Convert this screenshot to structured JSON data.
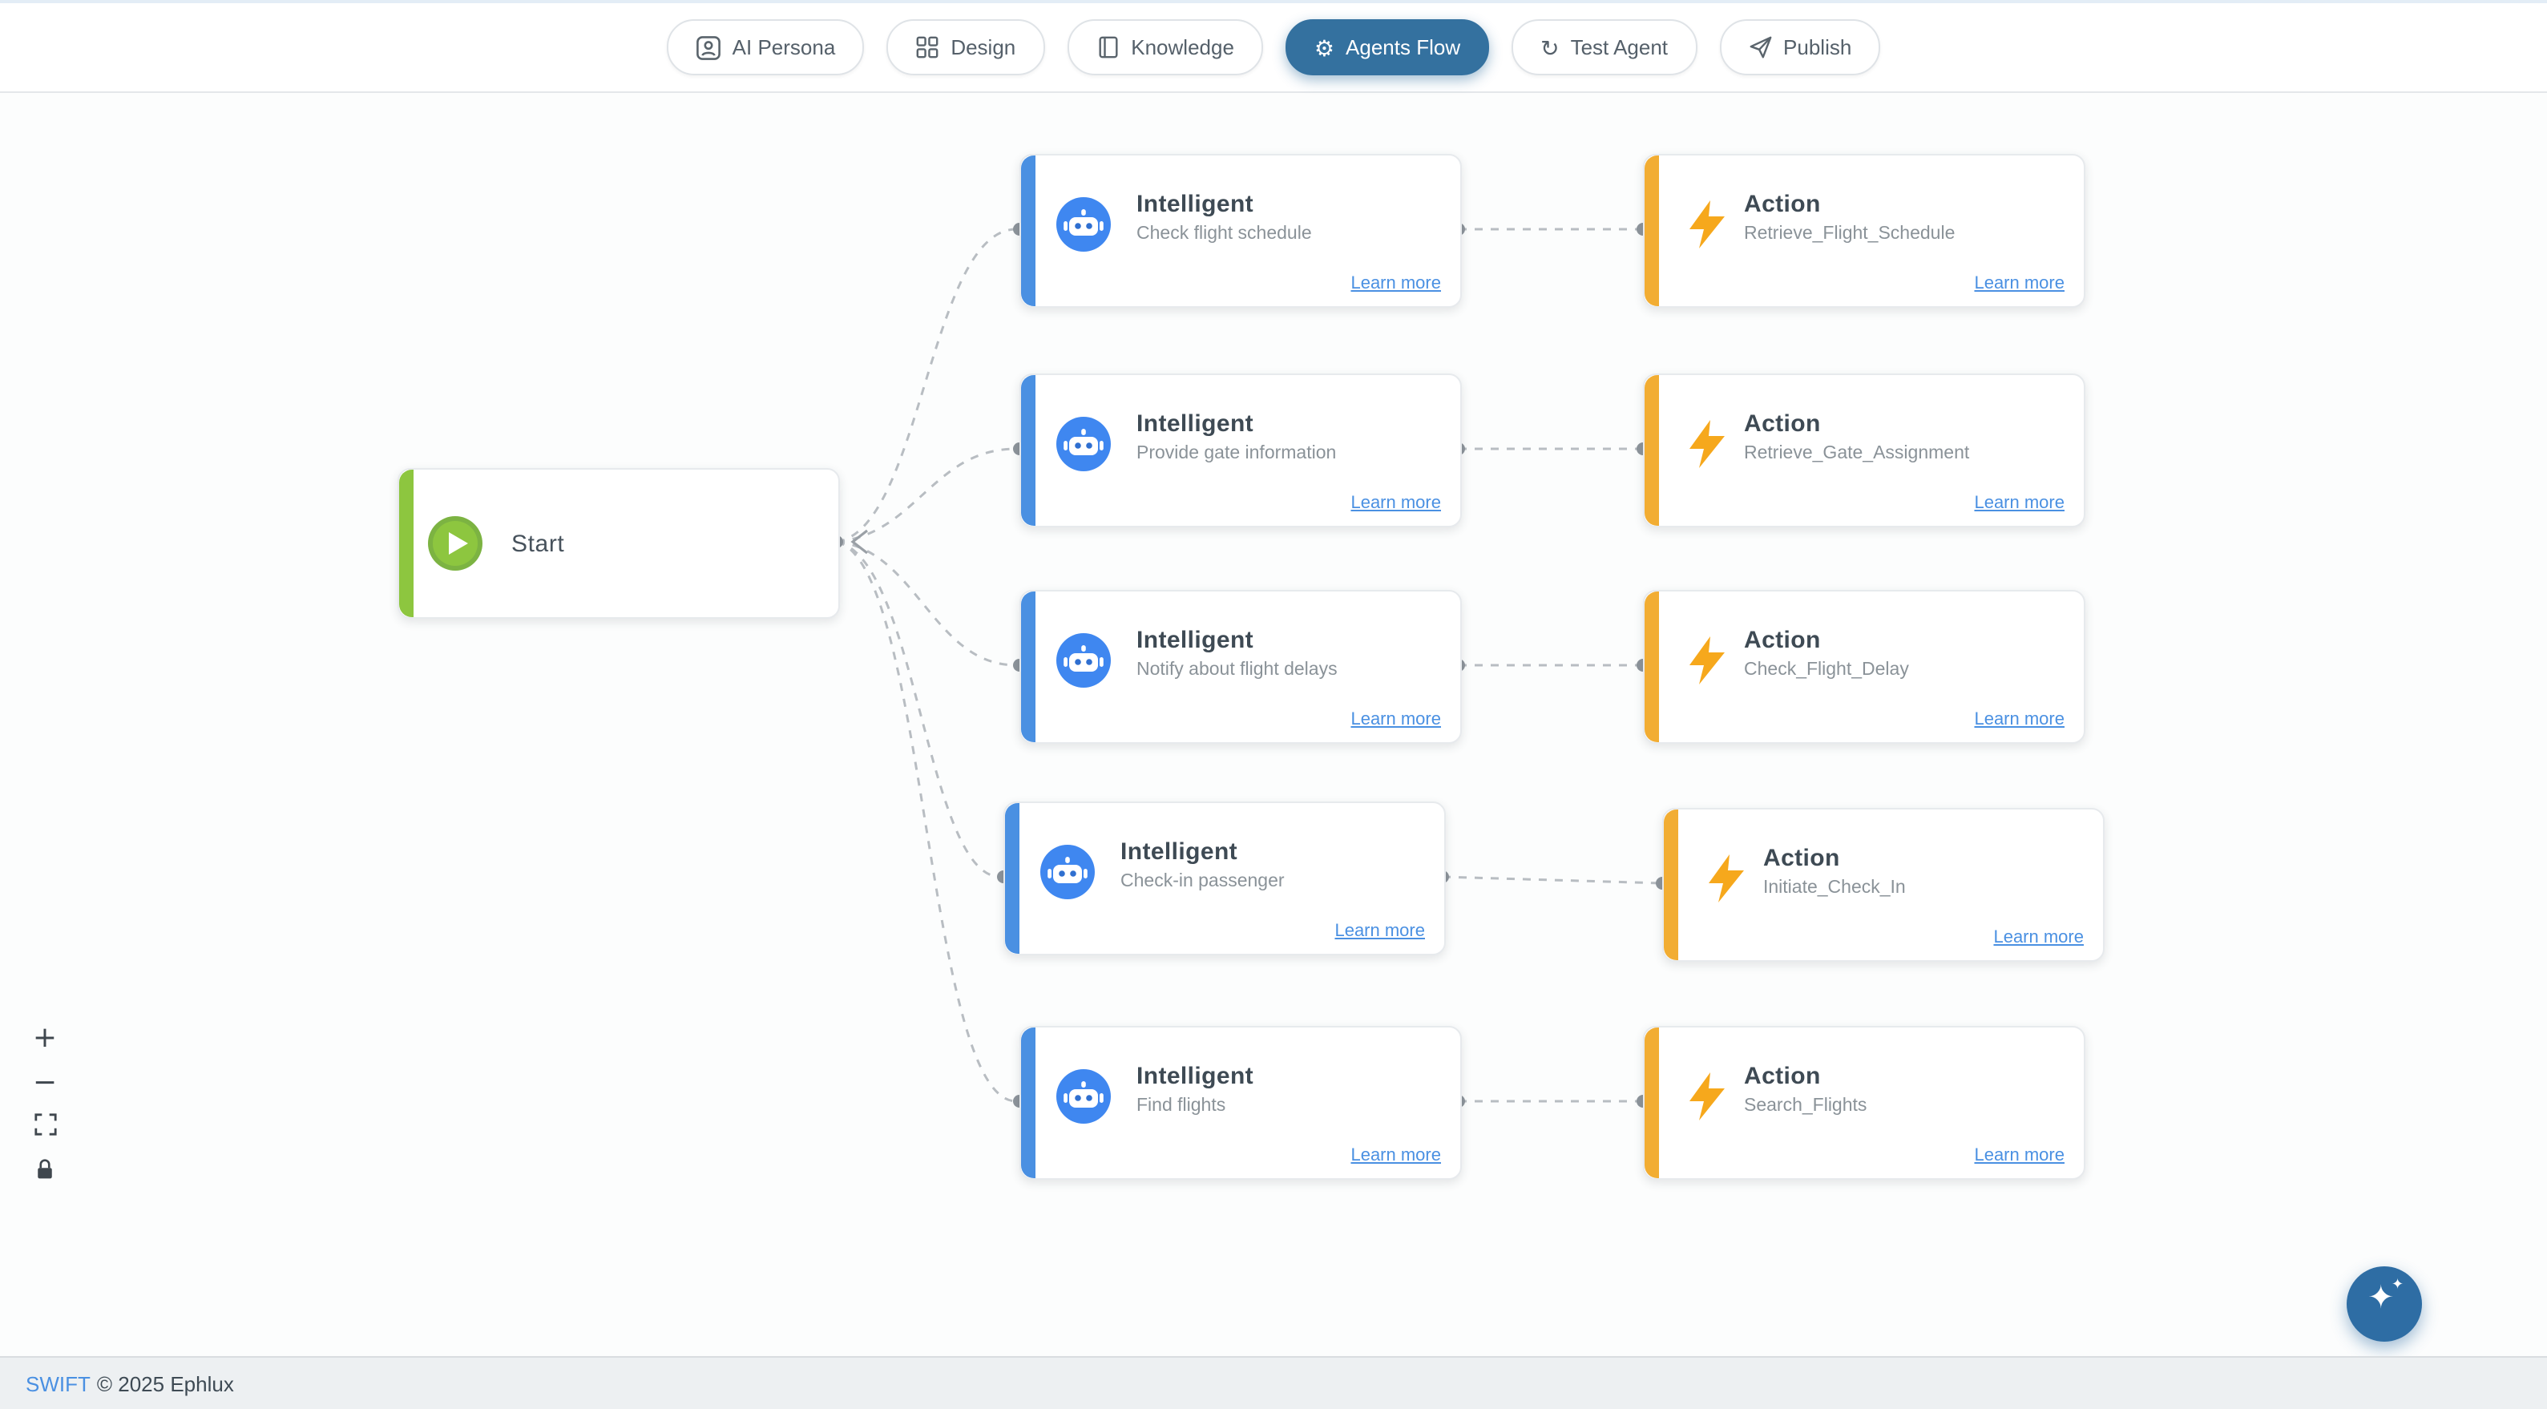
{
  "colors": {
    "active_tab": "#34719f",
    "intelligent_accent": "#4a90e2",
    "action_accent": "#f2ad33",
    "start_accent": "#8dc63f",
    "link": "#4a90e2",
    "fab": "#2e6da4"
  },
  "icons": {
    "gear": "⚙",
    "refresh": "↻",
    "sparkle": "✦",
    "sparkle_small": "✦"
  },
  "header": {
    "tabs": [
      {
        "label": "AI Persona"
      },
      {
        "label": "Design"
      },
      {
        "label": "Knowledge"
      },
      {
        "label": "Agents Flow"
      },
      {
        "label": "Test Agent"
      },
      {
        "label": "Publish"
      }
    ]
  },
  "flow": {
    "start": {
      "label": "Start"
    },
    "rows": [
      {
        "intelligent": {
          "title": "Intelligent",
          "subtitle": "Check flight schedule",
          "link": "Learn more"
        },
        "action": {
          "title": "Action",
          "subtitle": "Retrieve_Flight_Schedule",
          "link": "Learn more"
        }
      },
      {
        "intelligent": {
          "title": "Intelligent",
          "subtitle": "Provide gate information",
          "link": "Learn more"
        },
        "action": {
          "title": "Action",
          "subtitle": "Retrieve_Gate_Assignment",
          "link": "Learn more"
        }
      },
      {
        "intelligent": {
          "title": "Intelligent",
          "subtitle": "Notify about flight delays",
          "link": "Learn more"
        },
        "action": {
          "title": "Action",
          "subtitle": "Check_Flight_Delay",
          "link": "Learn more"
        }
      },
      {
        "intelligent": {
          "title": "Intelligent",
          "subtitle": "Check-in passenger",
          "link": "Learn more"
        },
        "action": {
          "title": "Action",
          "subtitle": "Initiate_Check_In",
          "link": "Learn more"
        }
      },
      {
        "intelligent": {
          "title": "Intelligent",
          "subtitle": "Find flights",
          "link": "Learn more"
        },
        "action": {
          "title": "Action",
          "subtitle": "Search_Flights",
          "link": "Learn more"
        }
      }
    ]
  },
  "zoom_controls": {
    "zoom_in": "+",
    "zoom_out": "−"
  },
  "footer": {
    "brand": "SWIFT",
    "text": "© 2025 Ephlux"
  }
}
